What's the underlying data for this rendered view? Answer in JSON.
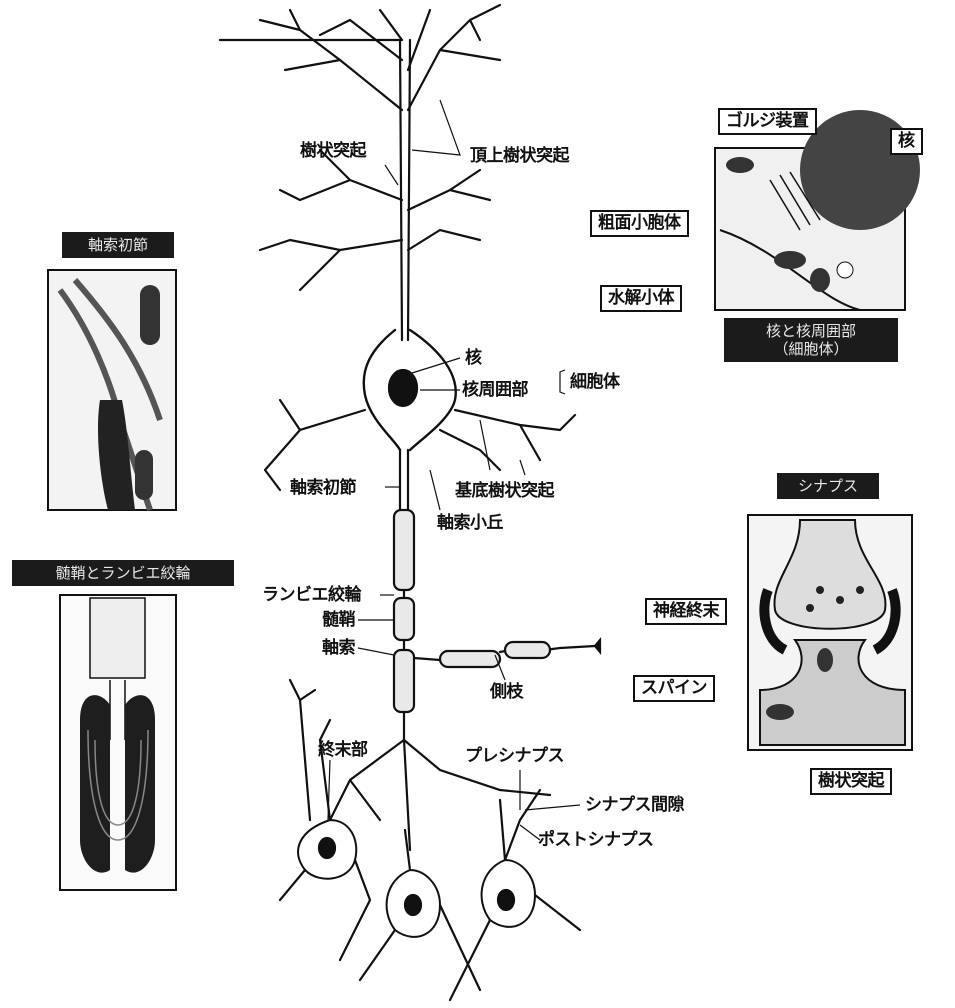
{
  "labels": {
    "dendrite": "樹状突起",
    "apical_dendrite": "頂上樹状突起",
    "nucleus": "核",
    "perikaryon": "核周囲部",
    "cell_body": "細胞体",
    "axon_initial_segment": "軸索初節",
    "basal_dendrite": "基底樹状突起",
    "axon_hillock": "軸索小丘",
    "node_of_ranvier": "ランビエ絞輪",
    "myelin_sheath": "髄鞘",
    "axon": "軸索",
    "collateral": "側枝",
    "terminal": "終末部",
    "presynapse": "プレシナプス",
    "synaptic_cleft": "シナプス間隙",
    "postsynapse": "ポストシナプス"
  },
  "insets": {
    "cell_body_detail": {
      "golgi": "ゴルジ装置",
      "nucleus": "核",
      "rough_er": "粗面小胞体",
      "lysosome": "水解小体",
      "caption_line1": "核と核周囲部",
      "caption_line2": "（細胞体）"
    },
    "synapse": {
      "title": "シナプス",
      "nerve_terminal": "神経終末",
      "spine": "スパイン",
      "dendrite": "樹状突起"
    },
    "initial_segment": {
      "title": "軸索初節"
    },
    "myelin_node": {
      "title": "髄鞘とランビエ絞輪"
    }
  }
}
